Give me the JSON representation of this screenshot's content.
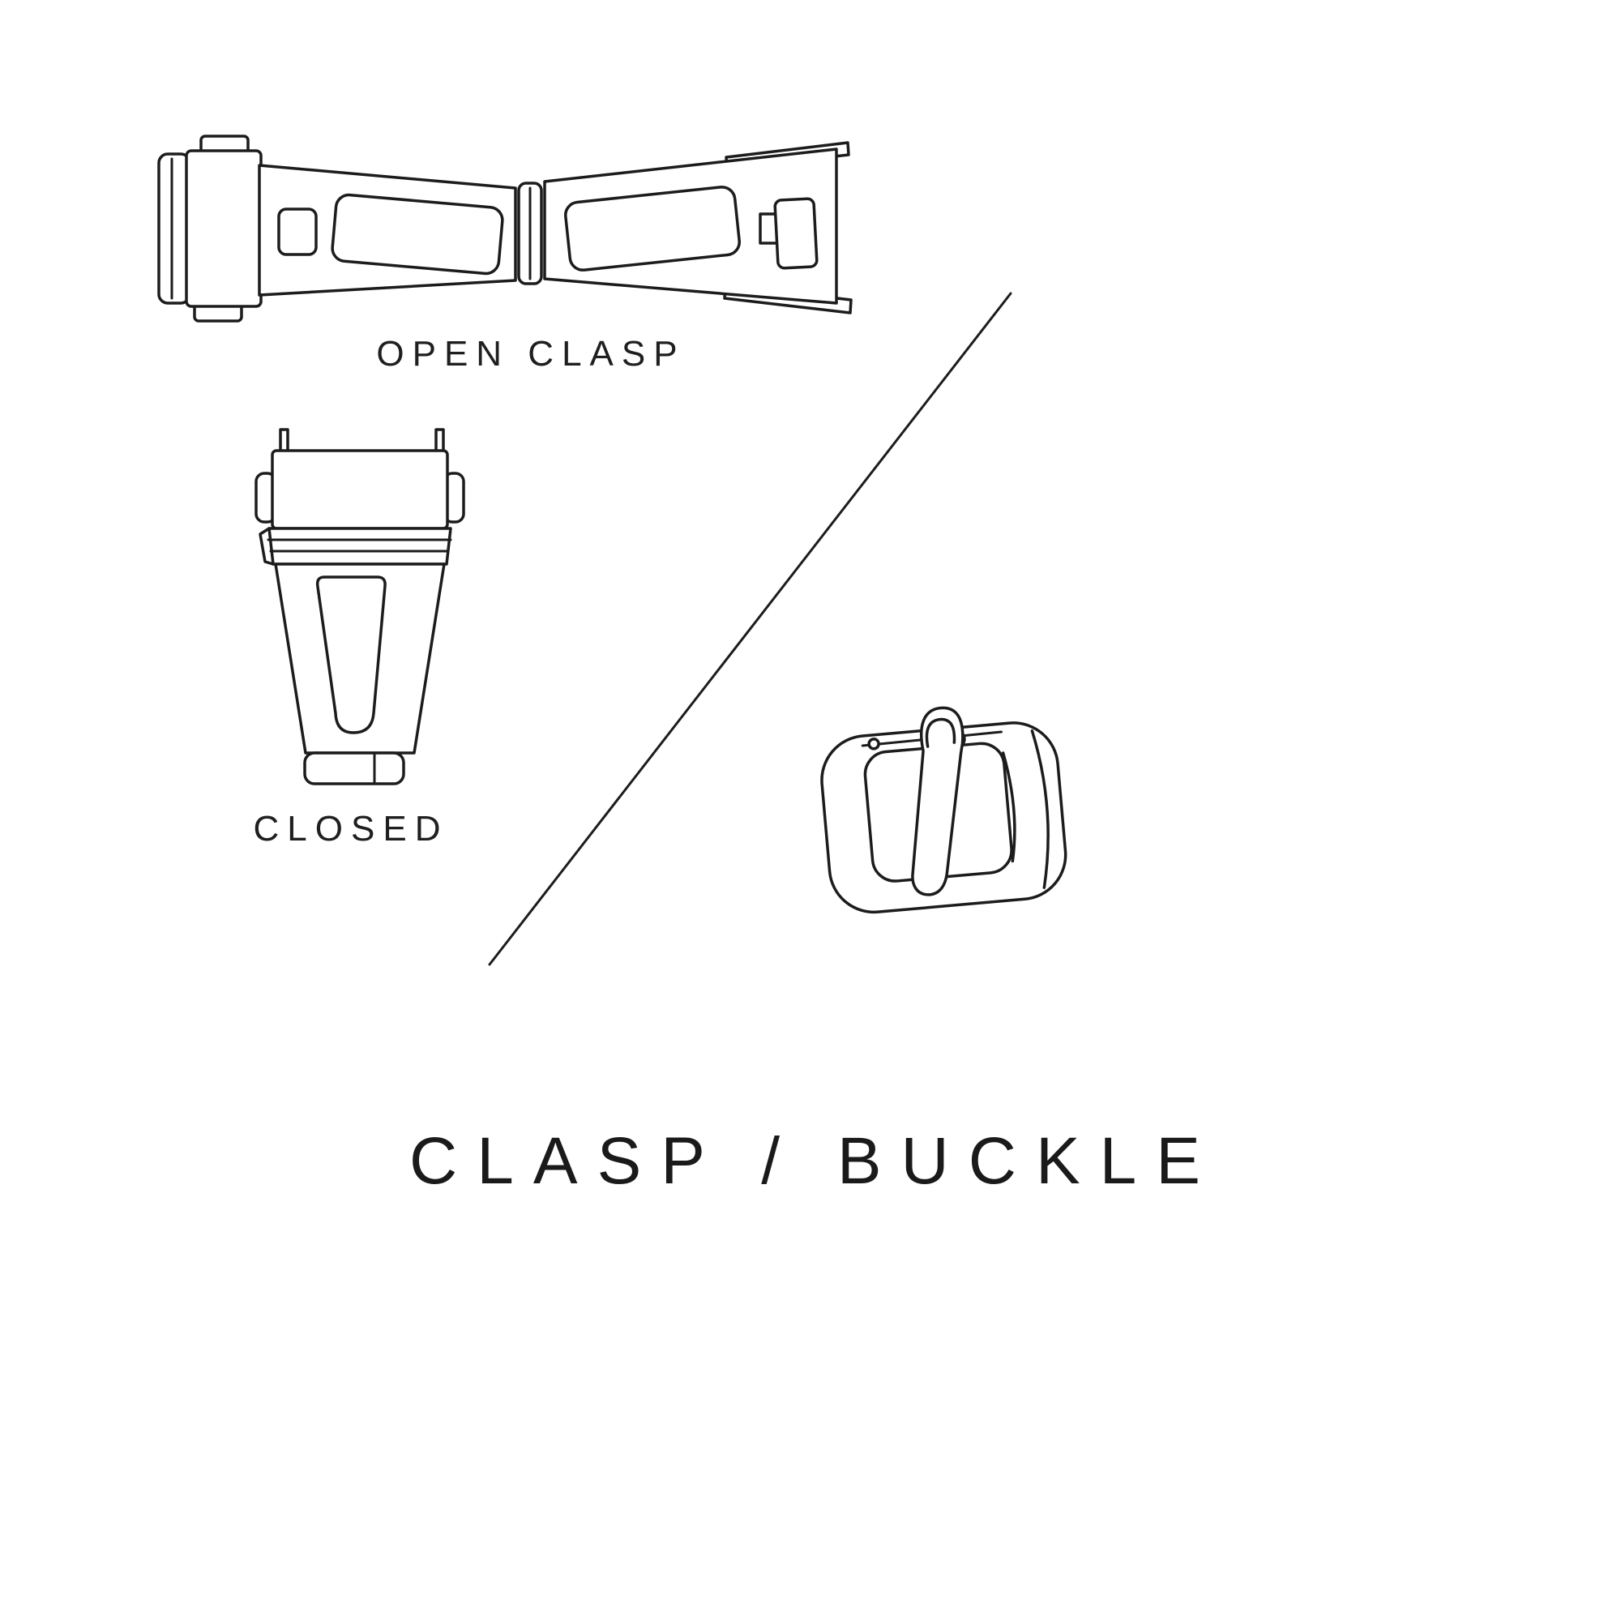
{
  "page": {
    "background_color": "#ffffff",
    "line_color": "#1c1c1c",
    "text_color": "#1f1f1f"
  },
  "labels": {
    "open_clasp": "OPEN CLASP",
    "closed": "CLOSED",
    "title": "CLASP / BUCKLE"
  },
  "illustrations": [
    {
      "name": "open-clasp-illustration"
    },
    {
      "name": "closed-clasp-illustration"
    },
    {
      "name": "divider-line"
    },
    {
      "name": "pin-buckle-illustration"
    }
  ]
}
